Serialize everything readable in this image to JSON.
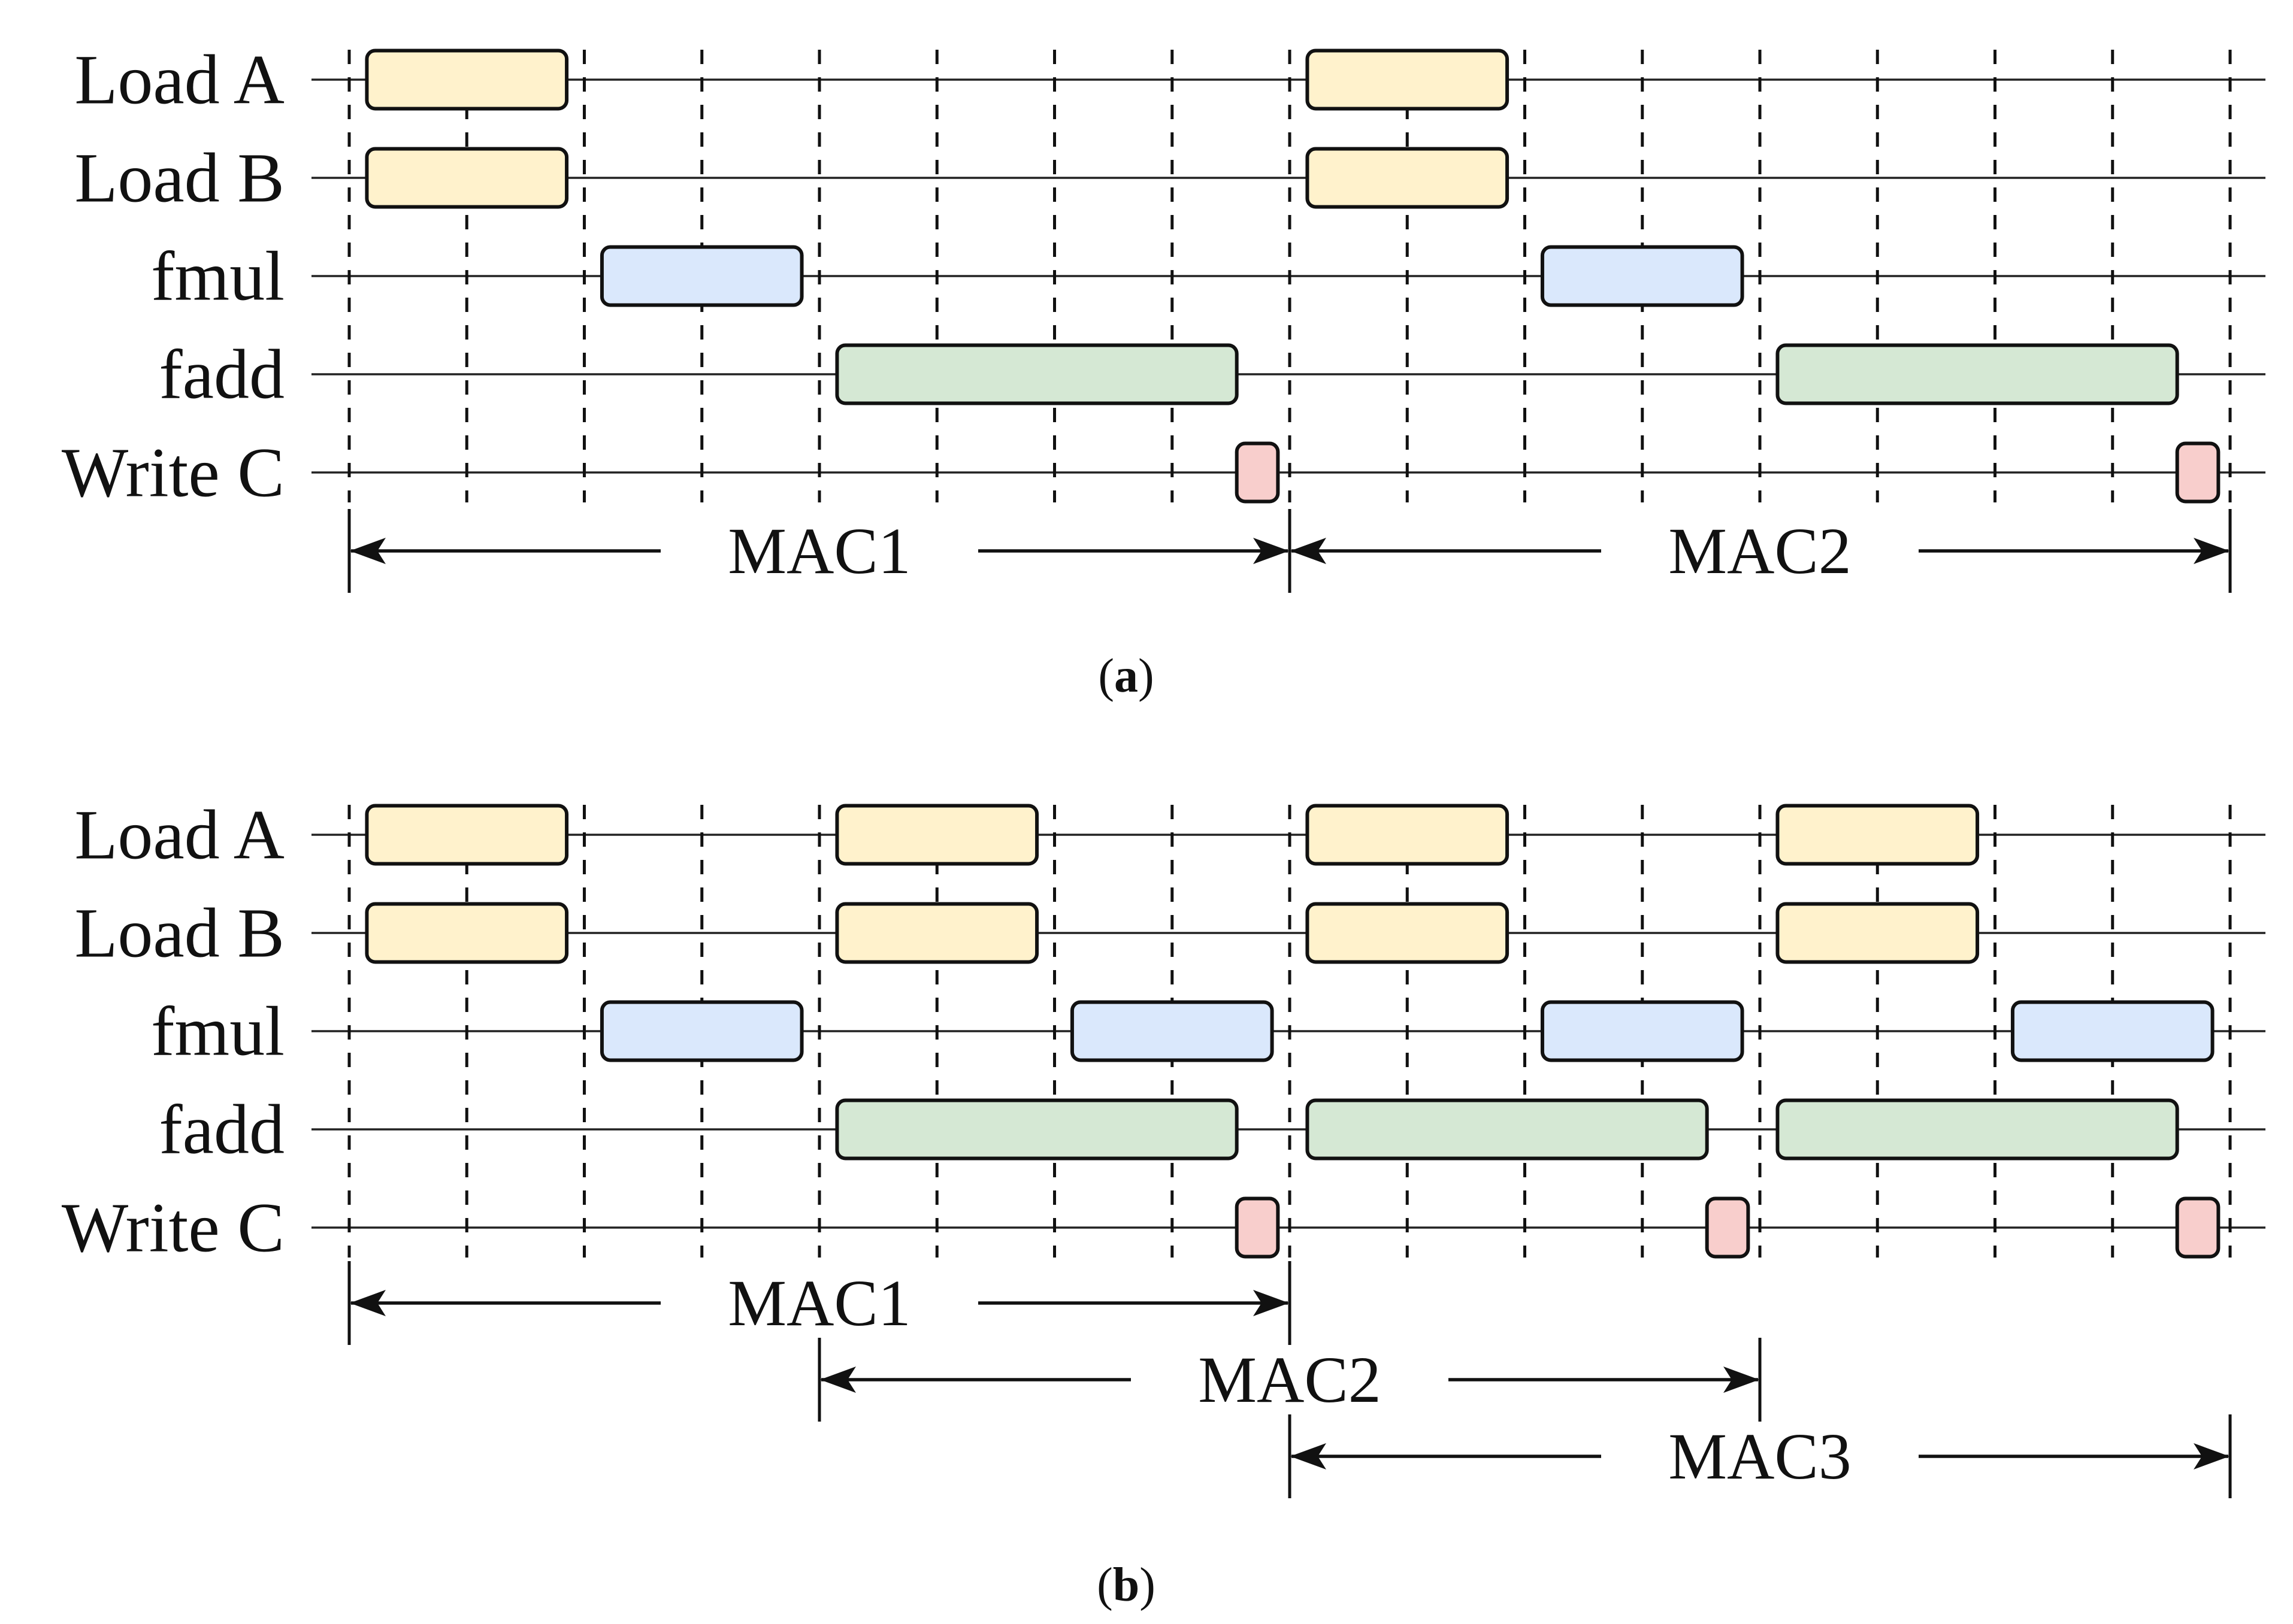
{
  "colors": {
    "load": "#fff2cc",
    "fmul": "#dae8fc",
    "fadd": "#d5e8d4",
    "write": "#f8cecc",
    "outline": "#111111"
  },
  "panels": [
    {
      "caption": {
        "open": "(",
        "letter": "a",
        "close": ")"
      },
      "rows": [
        "Load A",
        "Load B",
        "fmul",
        "fadd",
        "Write C"
      ],
      "grid_lines": 17,
      "tasks": [
        {
          "row": 0,
          "kind": "load",
          "start": 0.15,
          "end": 1.85
        },
        {
          "row": 1,
          "kind": "load",
          "start": 0.15,
          "end": 1.85
        },
        {
          "row": 2,
          "kind": "fmul",
          "start": 2.15,
          "end": 3.85
        },
        {
          "row": 3,
          "kind": "fadd",
          "start": 4.15,
          "end": 7.55
        },
        {
          "row": 4,
          "kind": "write",
          "start": 7.55,
          "end": 7.9
        },
        {
          "row": 0,
          "kind": "load",
          "start": 8.15,
          "end": 9.85
        },
        {
          "row": 1,
          "kind": "load",
          "start": 8.15,
          "end": 9.85
        },
        {
          "row": 2,
          "kind": "fmul",
          "start": 10.15,
          "end": 11.85
        },
        {
          "row": 3,
          "kind": "fadd",
          "start": 12.15,
          "end": 15.55
        },
        {
          "row": 4,
          "kind": "write",
          "start": 15.55,
          "end": 15.9
        }
      ],
      "spans": [
        {
          "label": "MAC1",
          "start": 0,
          "end": 8,
          "level": 0
        },
        {
          "label": "MAC2",
          "start": 8,
          "end": 16,
          "level": 0
        }
      ]
    },
    {
      "caption": {
        "open": "(",
        "letter": "b",
        "close": ")"
      },
      "rows": [
        "Load A",
        "Load B",
        "fmul",
        "fadd",
        "Write C"
      ],
      "grid_lines": 17,
      "tasks": [
        {
          "row": 0,
          "kind": "load",
          "start": 0.15,
          "end": 1.85
        },
        {
          "row": 1,
          "kind": "load",
          "start": 0.15,
          "end": 1.85
        },
        {
          "row": 2,
          "kind": "fmul",
          "start": 2.15,
          "end": 3.85
        },
        {
          "row": 3,
          "kind": "fadd",
          "start": 4.15,
          "end": 7.55
        },
        {
          "row": 4,
          "kind": "write",
          "start": 7.55,
          "end": 7.9
        },
        {
          "row": 0,
          "kind": "load",
          "start": 4.15,
          "end": 5.85
        },
        {
          "row": 1,
          "kind": "load",
          "start": 4.15,
          "end": 5.85
        },
        {
          "row": 2,
          "kind": "fmul",
          "start": 6.15,
          "end": 7.85
        },
        {
          "row": 3,
          "kind": "fadd",
          "start": 8.15,
          "end": 11.55
        },
        {
          "row": 4,
          "kind": "write",
          "start": 11.55,
          "end": 11.9
        },
        {
          "row": 0,
          "kind": "load",
          "start": 8.15,
          "end": 9.85
        },
        {
          "row": 1,
          "kind": "load",
          "start": 8.15,
          "end": 9.85
        },
        {
          "row": 2,
          "kind": "fmul",
          "start": 10.15,
          "end": 11.85
        },
        {
          "row": 3,
          "kind": "fadd",
          "start": 12.15,
          "end": 15.55
        },
        {
          "row": 4,
          "kind": "write",
          "start": 15.55,
          "end": 15.9
        },
        {
          "row": 0,
          "kind": "load",
          "start": 12.15,
          "end": 13.85
        },
        {
          "row": 1,
          "kind": "load",
          "start": 12.15,
          "end": 13.85
        },
        {
          "row": 2,
          "kind": "fmul",
          "start": 14.15,
          "end": 15.85
        }
      ],
      "spans": [
        {
          "label": "MAC1",
          "start": 0,
          "end": 8,
          "level": 0
        },
        {
          "label": "MAC2",
          "start": 4,
          "end": 12,
          "level": 1
        },
        {
          "label": "MAC3",
          "start": 8,
          "end": 16,
          "level": 2
        }
      ]
    }
  ]
}
